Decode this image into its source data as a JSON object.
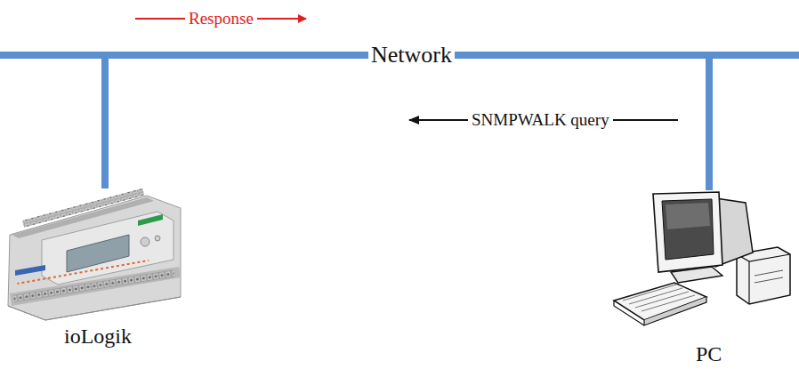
{
  "diagram": {
    "nodes": [
      {
        "text": [
          "Network"
        ]
      },
      {
        "text": [
          "ioLogik"
        ]
      },
      {
        "text": [
          "PC"
        ]
      }
    ],
    "edges": [
      {
        "from": 1,
        "to": 0,
        "arrow": "none"
      },
      {
        "from": 2,
        "to": 0,
        "arrow": "none"
      }
    ],
    "labels": [
      "Response",
      "SNMPWALK query"
    ]
  }
}
